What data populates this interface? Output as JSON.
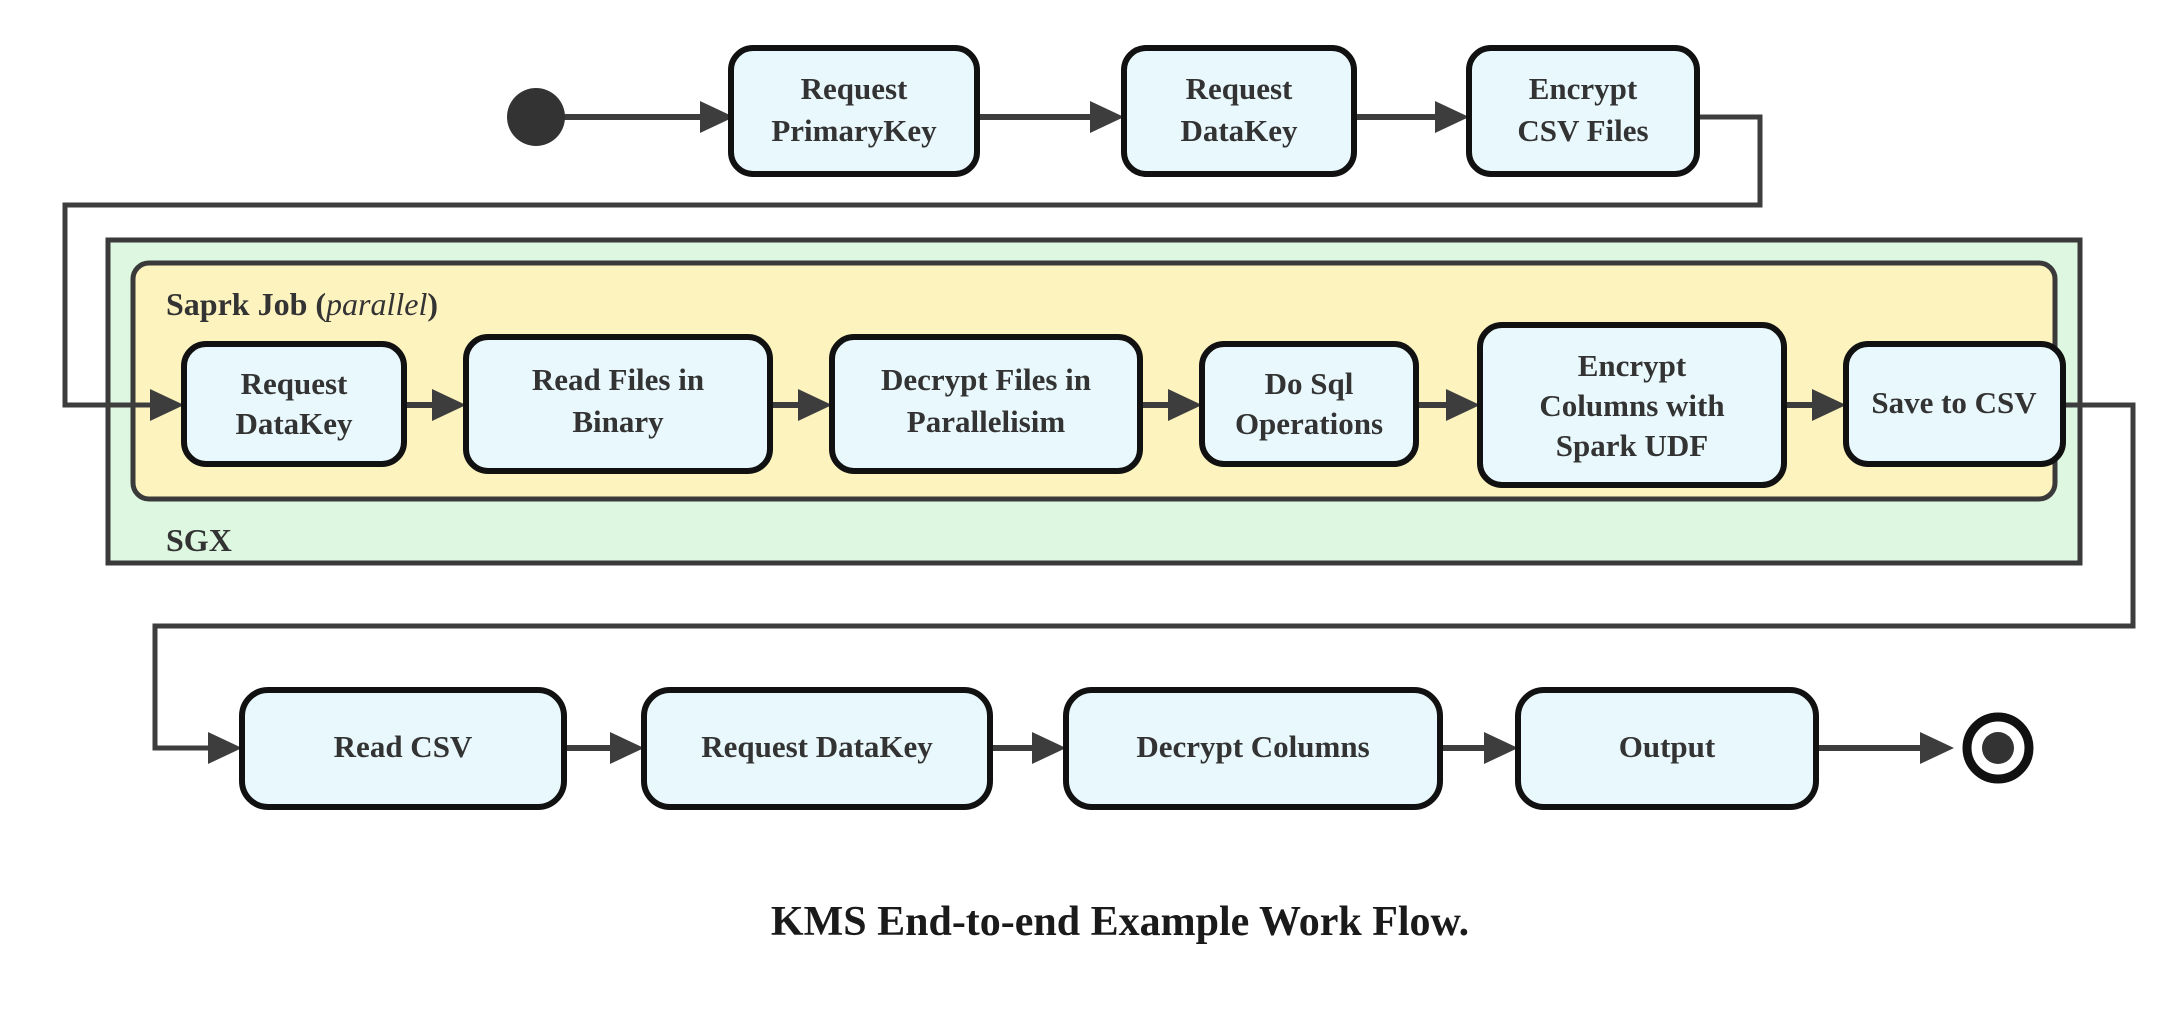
{
  "diagram": {
    "caption": "KMS End-to-end Example Work Flow.",
    "colors": {
      "node_fill": "#e8f8fc",
      "node_stroke": "#111111",
      "group_green_fill": "#ddf7e0",
      "group_yellow_fill": "#fdf3bf",
      "edge": "#3d3d3d",
      "text": "#333333"
    },
    "start_node": {
      "name": "start",
      "shape": "filled-circle"
    },
    "end_node": {
      "name": "end",
      "shape": "double-circle"
    },
    "groups": [
      {
        "id": "sgx",
        "label": "SGX",
        "label_position": "bottom-left",
        "fill": "#ddf7e0"
      },
      {
        "id": "spark-job",
        "label": "Saprk Job",
        "label_suffix_open": "(",
        "label_suffix_italic": "parallel",
        "label_suffix_close": ")",
        "label_position": "top-left",
        "fill": "#fdf3bf"
      }
    ],
    "rows": [
      {
        "id": "row-top",
        "nodes": [
          {
            "id": "request-primarykey",
            "lines": [
              "Request",
              "PrimaryKey"
            ]
          },
          {
            "id": "request-datakey-top",
            "lines": [
              "Request",
              "DataKey"
            ]
          },
          {
            "id": "encrypt-csv-files",
            "lines": [
              "Encrypt",
              "CSV Files"
            ]
          }
        ]
      },
      {
        "id": "row-spark",
        "nodes": [
          {
            "id": "request-datakey-spark",
            "lines": [
              "Request",
              "DataKey"
            ]
          },
          {
            "id": "read-files-binary",
            "lines": [
              "Read Files in",
              "Binary"
            ]
          },
          {
            "id": "decrypt-files-parallelisim",
            "lines": [
              "Decrypt Files in",
              "Parallelisim"
            ]
          },
          {
            "id": "do-sql-operations",
            "lines": [
              "Do Sql",
              "Operations"
            ]
          },
          {
            "id": "encrypt-columns-spark-udf",
            "lines": [
              "Encrypt",
              "Columns with",
              "Spark UDF"
            ]
          },
          {
            "id": "save-to-csv",
            "lines": [
              "Save to CSV"
            ]
          }
        ]
      },
      {
        "id": "row-bottom",
        "nodes": [
          {
            "id": "read-csv",
            "lines": [
              "Read CSV"
            ]
          },
          {
            "id": "request-datakey-bottom",
            "lines": [
              "Request DataKey"
            ]
          },
          {
            "id": "decrypt-columns",
            "lines": [
              "Decrypt Columns"
            ]
          },
          {
            "id": "output",
            "lines": [
              "Output"
            ]
          }
        ]
      }
    ]
  }
}
